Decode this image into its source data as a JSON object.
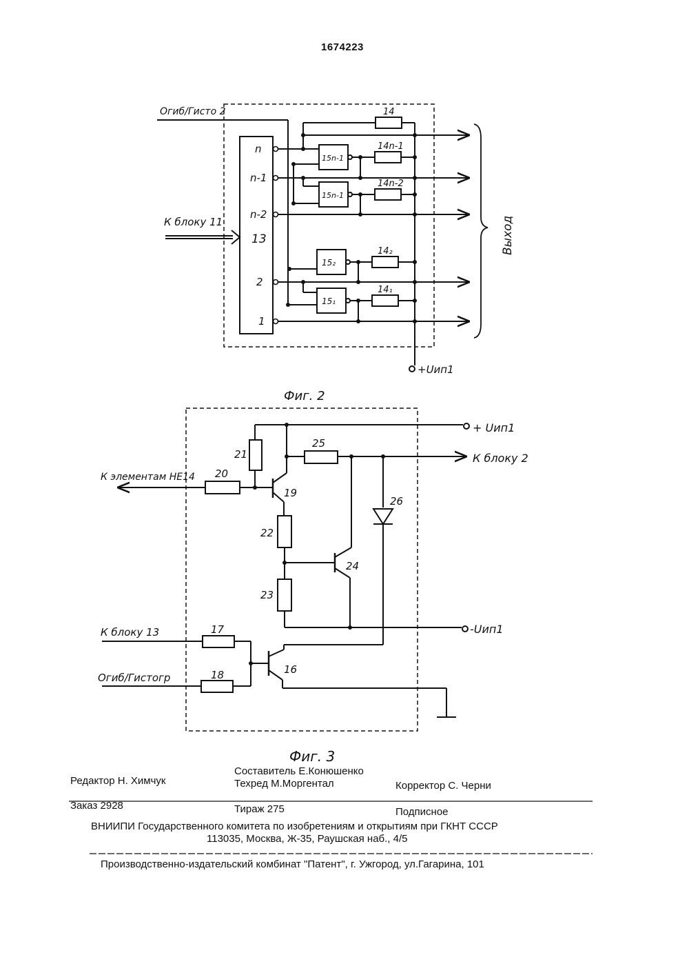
{
  "patent_number": "1674223",
  "fig2": {
    "caption": "Фиг. 2",
    "input_top": "Огиб/Гисто 2",
    "input_block": "К блоку 11",
    "block_13": "13",
    "pins": {
      "n": "n",
      "n_1": "n-1",
      "n_2": "n-2",
      "p2": "2",
      "p1": "1"
    },
    "resistors": {
      "r14": "14",
      "r14n1": "14n-1",
      "r14n2": "14n-2",
      "r14_2": "14₂",
      "r14_1": "14₁"
    },
    "gates": {
      "g15n1a": "15n-1",
      "g15n1b": "15n-1",
      "g15_2": "15₂",
      "g15_1": "15₁"
    },
    "output_label": "Выход",
    "supply": "+Uип1"
  },
  "fig3": {
    "caption": "Фиг. 3",
    "supply_pos": "+ Uип1",
    "supply_neg": "-Uип1",
    "to_block2": "К блоку 2",
    "to_elements": "К элементам НЕ14",
    "to_block13": "К блоку 13",
    "env_hist": "Огиб/Гистогр",
    "labels": {
      "r17": "17",
      "r18": "18",
      "r20": "20",
      "r21": "21",
      "r22": "22",
      "r23": "23",
      "r25": "25",
      "d26": "26",
      "t16": "16",
      "t19": "19",
      "t24": "24"
    }
  },
  "footer": {
    "editor": "Редактор Н. Химчук",
    "compiler": "Составитель Е.Конюшенко",
    "techred": "Техред М.Моргентал",
    "corrector": "Корректор С. Черни",
    "order": "Заказ 2928",
    "circulation": "Тираж 275",
    "subscription": "Подписное",
    "vniipi": "ВНИИПИ Государственного комитета по изобретениям и открытиям при ГКНТ СССР",
    "address": "113035, Москва, Ж-35, Раушская наб., 4/5",
    "publisher": "Производственно-издательский комбинат \"Патент\", г. Ужгород, ул.Гагарина, 101"
  }
}
